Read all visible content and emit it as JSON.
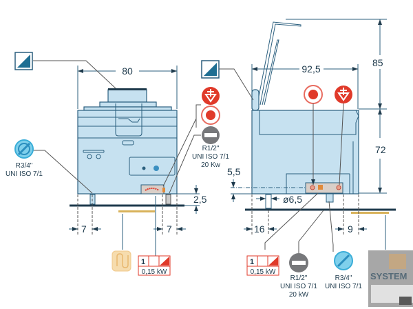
{
  "front_view": {
    "width_dim": "80",
    "foot_height_dim": "2,5",
    "left_foot_dim": "7",
    "right_foot_dim": "7",
    "water_inlet": {
      "thread": "R3/4\"",
      "standard": "UNI ISO 7/1"
    },
    "gas_inlet": {
      "thread": "R1/2\"",
      "standard": "UNI ISO 7/1",
      "power": "20 Kw"
    }
  },
  "side_view": {
    "depth_dim": "92,5",
    "lid_open_dim": "85",
    "height_dim": "72",
    "connection_height_dim": "5,5",
    "diameter_dim": "ø6,5",
    "front_offset_dim": "16",
    "rear_offset_dim": "9"
  },
  "legend": {
    "electric_left": {
      "phase": "1",
      "power": "0,15 kW"
    },
    "electric_right": {
      "phase": "1",
      "power": "0,15 kW"
    },
    "gas": {
      "thread": "R1/2\"",
      "standard": "UNI ISO 7/1",
      "power": "20 kW"
    },
    "water": {
      "thread": "R3/4\"",
      "standard": "UNI ISO 7/1"
    }
  },
  "watermark": "SYSTEM",
  "colors": {
    "machine": "#c6e1f0",
    "outline": "#2b5f7e",
    "red": "#e03a2a",
    "grey": "#77787b",
    "water": "#3aaed8",
    "drain": "#f6dcae"
  }
}
